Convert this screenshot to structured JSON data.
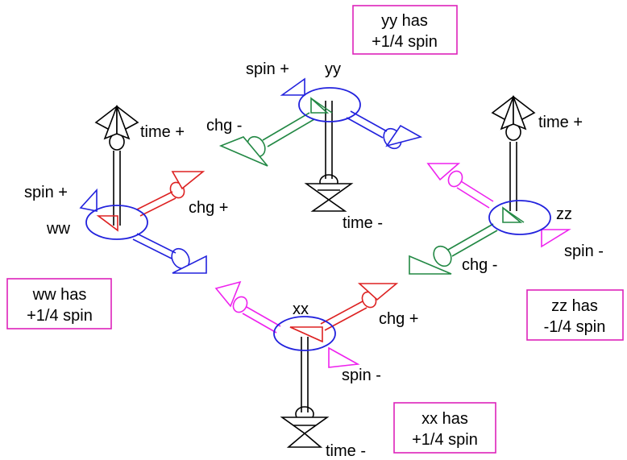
{
  "nodes": {
    "yy": {
      "label": "yy",
      "summary_line1": "yy has",
      "summary_line2": "+1/4 spin",
      "spin_label": "spin +",
      "chg_label": "chg -",
      "time_label": "time -"
    },
    "ww": {
      "label": "ww",
      "summary_line1": "ww has",
      "summary_line2": "+1/4 spin",
      "spin_label": "spin +",
      "chg_label": "chg +",
      "time_label": "time +"
    },
    "zz": {
      "label": "zz",
      "summary_line1": "zz has",
      "summary_line2": "-1/4 spin",
      "spin_label": "spin -",
      "chg_label": "chg -",
      "time_label": "time +"
    },
    "xx": {
      "label": "xx",
      "summary_line1": "xx has",
      "summary_line2": "+1/4 spin",
      "spin_label": "spin -",
      "chg_label": "chg +",
      "time_label": "time -"
    }
  },
  "colors": {
    "spin_plus": "#2222dd",
    "spin_minus": "#ee22ee",
    "charge_plus": "#dd2222",
    "charge_minus": "#228844",
    "time": "#000000",
    "node_ring": "#2222dd",
    "summary_box_border": "#dd22bb"
  },
  "icons": {
    "time_plus": "black-spiked-arrowhead-up",
    "time_minus": "black-hourglass-down",
    "spin": "triangle-flag-arrow",
    "charge": "triangle-flag-arrow"
  }
}
